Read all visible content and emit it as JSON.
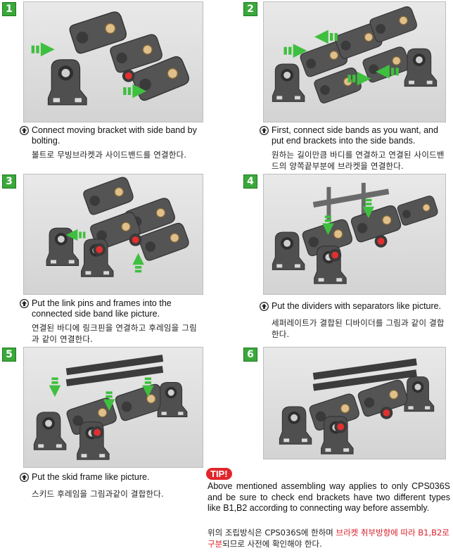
{
  "steps": [
    {
      "number": "1",
      "en": "Connect moving bracket with side band by bolting.",
      "ko": "볼트로 무빙브라켓과 사이드밴드를 연결한다."
    },
    {
      "number": "2",
      "en": "First, connect side bands as you want, and put end brackets into the side bands.",
      "ko": "원하는 길이만큼 바디를 연결하고 연결된 사이드밴드의 양쪽끝부분에 브라켓을 연결한다."
    },
    {
      "number": "3",
      "en": "Put the link pins and frames into the connected side band like picture.",
      "ko": "연결된 바디에 링크핀을 연결하고 후레임을 그림과 같이 연결한다."
    },
    {
      "number": "4",
      "en": "Put the dividers with separators like picture.",
      "ko": "세퍼레이트가 결합된 디바이더를 그림과 같이 결합한다."
    },
    {
      "number": "5",
      "en": "Put the skid frame like picture.",
      "ko": "스키드 후레임을 그림과같이 결합한다."
    },
    {
      "number": "6",
      "en": "",
      "ko": ""
    }
  ],
  "tip": {
    "label": "TIP!",
    "en": "Above mentioned assembling way applies to only CPS036S and be sure to check end brackets have two different types like B1,B2 according to connecting way before assembly.",
    "ko_part1": "위의 조립방식은 CPS036S에 한하며 ",
    "ko_red": "브라켓 취부방향에 따라 B1,B2로 구분",
    "ko_part2": "되므로 사전에 확인해야 한다."
  },
  "colors": {
    "badge": "#3aa83a",
    "tip": "#e0262c",
    "chain": "#4a4a4a",
    "arrow": "#3fbf3f",
    "pin": "#e03030"
  },
  "icons": {
    "bullet": "circled-up-arrow-icon"
  }
}
